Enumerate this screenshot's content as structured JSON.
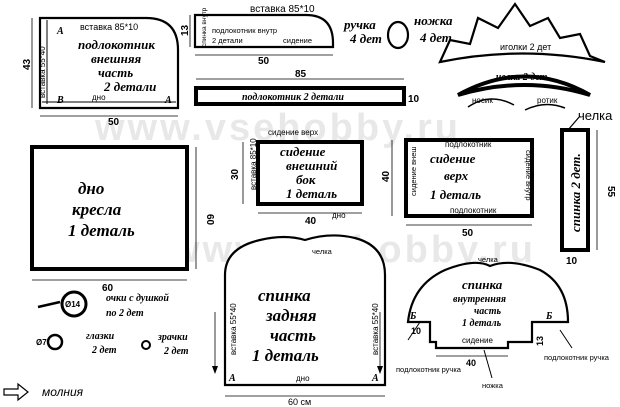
{
  "pieces": {
    "armrest_outer": {
      "lines": [
        "подлокотник",
        "внешняя",
        "часть",
        "2 детали"
      ],
      "top_label": "вставка 85*10",
      "side_label": "вставка 55*40",
      "corner_a1": "А",
      "corner_a2": "А",
      "corner_b": "В",
      "bottom_label": "дно",
      "dim_h": "43",
      "dim_w": "50"
    },
    "armrest_inner": {
      "lines": [
        "подлокотник внутр",
        "2 детали"
      ],
      "side_label": "спинка внутр",
      "top_label": "вставка 85*10",
      "seat_label": "сидение",
      "dim_h": "13",
      "dim_w": "50"
    },
    "handle": {
      "lines": [
        "ручка",
        "4 дет"
      ]
    },
    "leg": {
      "lines": [
        "ножка",
        "4 дет"
      ]
    },
    "crown": {
      "needle_label": "иголки 2 дет",
      "bang_label": "челка 2 дет",
      "nose_label": "носик",
      "mouth_label": "ротик"
    },
    "armrest_strip": {
      "label": "подлокотник  2 детали",
      "dim_w": "85",
      "dim_h": "10"
    },
    "seat_outer_side": {
      "lines": [
        "сидение",
        "внешний",
        "бок",
        "1 деталь"
      ],
      "top_label": "сидение верх",
      "side_label": "вставка 85*10",
      "bottom_label": "дно",
      "dim_h": "30",
      "dim_w": "40"
    },
    "seat_top": {
      "lines": [
        "сидение",
        "верх",
        "1 деталь"
      ],
      "top_label": "подлокотник",
      "left_label": "сидение внеш",
      "right_label": "сидение внутр",
      "bottom_label": "подлокотник",
      "dim_h": "40",
      "dim_w": "50"
    },
    "back_strip": {
      "label": "спинка 2 дет.",
      "top_label": "челка",
      "dim_h": "55",
      "dim_w": "10"
    },
    "bottom": {
      "lines": [
        "дно",
        "кресла",
        "1 деталь"
      ],
      "dim_h": "60",
      "dim_w": "60"
    },
    "back_rear": {
      "lines": [
        "спинка",
        "задняя",
        "часть",
        "1 деталь"
      ],
      "top_label": "челка",
      "left_label": "вставка 55*40",
      "right_label": "вставка 55*40",
      "bottom_label": "дно",
      "corner_a1": "А",
      "corner_a2": "А",
      "dim_w": "60 см"
    },
    "back_inner": {
      "lines": [
        "спинка",
        "внутренняя",
        "часть",
        "1 деталь"
      ],
      "top_label": "челка",
      "corner_b1": "Б",
      "corner_b2": "Б",
      "dim_10": "10",
      "dim_13": "13",
      "dim_40": "40",
      "seat_label": "сидение",
      "callouts": [
        "подлокотник ручка",
        "ножка",
        "подлокотник ручка"
      ]
    },
    "eyes": {
      "lines": [
        "очки с душкой",
        "по 2 дет"
      ],
      "code": "Ø14"
    },
    "eyeballs": {
      "lines": [
        "глазки",
        "2 дет"
      ],
      "code": "Ø7"
    },
    "pupils": {
      "lines": [
        "зрачки",
        "2 дет"
      ]
    }
  },
  "legend": {
    "zipper": "молния"
  },
  "watermark": "www.vsehobby.ru",
  "icons": {
    "zipper": "arrow-right-outline-icon"
  }
}
